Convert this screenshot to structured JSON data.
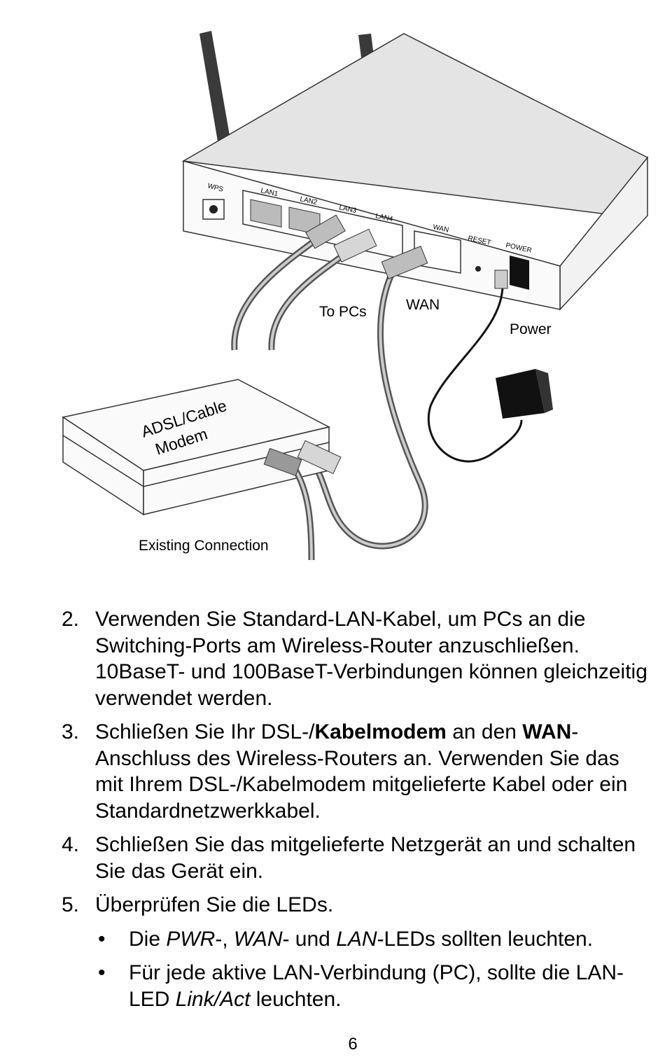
{
  "figure": {
    "wps_label": "WPS",
    "lan1_label": "LAN1",
    "lan2_label": "LAN2",
    "lan3_label": "LAN3",
    "lan4_label": "LAN4",
    "wan_port_label": "WAN",
    "reset_label": "RESET",
    "power_port_label": "POWER",
    "to_pcs_label": "To PCs",
    "wan_label": "WAN",
    "power_label": "Power",
    "modem_label_line1": "ADSL/Cable",
    "modem_label_line2": "Modem",
    "existing_label": "Existing Connection"
  },
  "steps": {
    "s2": {
      "num": "2.",
      "text": "Verwenden Sie Standard-LAN-Kabel, um PCs an die Switching-Ports am Wireless-Router anzuschließen. 10BaseT- und 100BaseT-Verbindungen können gleichzeitig verwendet werden."
    },
    "s3": {
      "num": "3.",
      "t1": "Schließen Sie Ihr DSL-/",
      "b1": "Kabelmodem",
      "t2": " an den ",
      "b2": "WAN",
      "t3": "-Anschluss des Wireless-Routers an. Verwenden Sie das mit Ihrem DSL-/Kabelmodem mitgelieferte Kabel oder ein Standardnetzwerkkabel."
    },
    "s4": {
      "num": "4.",
      "text": "Schließen Sie das mitgelieferte Netzgerät an und schalten Sie das Gerät ein."
    },
    "s5": {
      "num": "5.",
      "text": "Überprüfen Sie die LEDs."
    }
  },
  "bullets": {
    "b1": {
      "mark": "•",
      "t1": "Die ",
      "i1": "PWR",
      "t2": "-, ",
      "i2": "WAN",
      "t3": "- und ",
      "i3": "LAN",
      "t4": "-LEDs sollten leuchten."
    },
    "b2": {
      "mark": "•",
      "t1": "Für jede aktive LAN-Verbindung (PC), sollte die LAN-LED ",
      "i1": "Link/Act",
      "t2": " leuchten."
    }
  },
  "page_number": "6"
}
